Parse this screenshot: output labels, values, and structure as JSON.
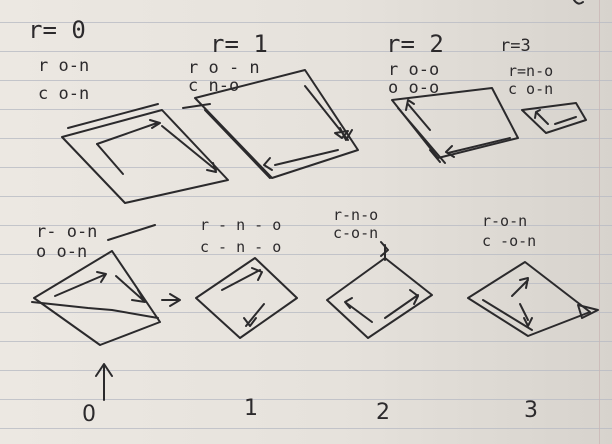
{
  "sections": [
    {
      "key": "r0",
      "heading": "r= 0",
      "row1": "r o-n",
      "row2": "c o-n"
    },
    {
      "key": "r1",
      "heading": "r= 1",
      "row1": "r o - n",
      "row2": "c n-o"
    },
    {
      "key": "r2",
      "heading": "r= 2",
      "row1": "r o-o",
      "row2": "o o-o"
    },
    {
      "key": "r3",
      "heading": "r=3",
      "row1": "r=n-o",
      "row2": "c o-n"
    }
  ],
  "bottom_labels": [
    {
      "key": "b0",
      "row1": "r- o-n",
      "row2": "o o-n"
    },
    {
      "key": "b1",
      "row1": "r - n - o",
      "row2": "c - n - o"
    },
    {
      "key": "b2",
      "row1": "r-n-o",
      "row2": "c-o-n"
    },
    {
      "key": "b3",
      "row1": "r-o-n",
      "row2": "c -o-n"
    }
  ],
  "indices": [
    "0",
    "1",
    "2",
    "3"
  ]
}
